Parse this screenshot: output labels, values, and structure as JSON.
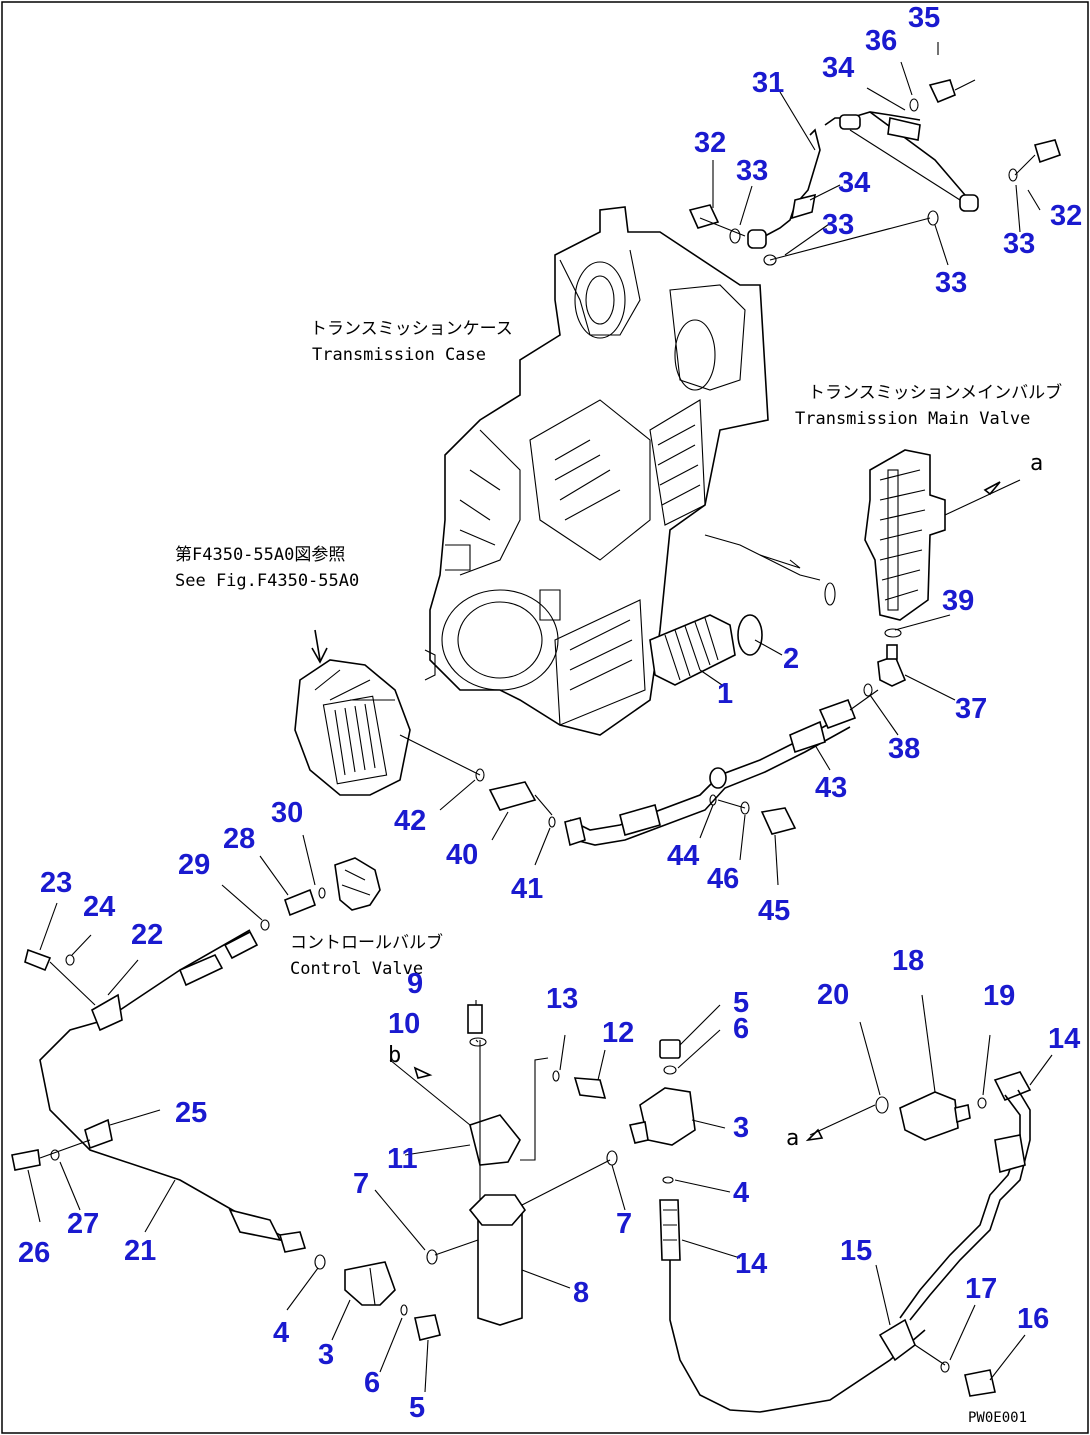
{
  "drawing_code": "PW0E001",
  "labels": {
    "trans_case_jp": "トランスミッションケース",
    "trans_case_en": "Transmission Case",
    "main_valve_jp": "トランスミッションメインバルブ",
    "main_valve_en": "Transmission Main Valve",
    "see_fig_jp": "第F4350-55A0図参照",
    "see_fig_en": "See Fig.F4350-55A0",
    "control_valve_jp": "コントロールバルブ",
    "control_valve_en": "Control Valve"
  },
  "refs": {
    "a_top": "a",
    "a_bottom": "a",
    "b": "b"
  },
  "callouts": [
    {
      "id": "n35",
      "text": "35"
    },
    {
      "id": "n36",
      "text": "36"
    },
    {
      "id": "n34a",
      "text": "34"
    },
    {
      "id": "n31",
      "text": "31"
    },
    {
      "id": "n32a",
      "text": "32"
    },
    {
      "id": "n33a",
      "text": "33"
    },
    {
      "id": "n34b",
      "text": "34"
    },
    {
      "id": "n33b",
      "text": "33"
    },
    {
      "id": "n32b",
      "text": "32"
    },
    {
      "id": "n33c",
      "text": "33"
    },
    {
      "id": "n33d",
      "text": "33"
    },
    {
      "id": "n39",
      "text": "39"
    },
    {
      "id": "n2",
      "text": "2"
    },
    {
      "id": "n1",
      "text": "1"
    },
    {
      "id": "n37",
      "text": "37"
    },
    {
      "id": "n38",
      "text": "38"
    },
    {
      "id": "n43",
      "text": "43"
    },
    {
      "id": "n42",
      "text": "42"
    },
    {
      "id": "n40",
      "text": "40"
    },
    {
      "id": "n41",
      "text": "41"
    },
    {
      "id": "n44",
      "text": "44"
    },
    {
      "id": "n46",
      "text": "46"
    },
    {
      "id": "n45",
      "text": "45"
    },
    {
      "id": "n30",
      "text": "30"
    },
    {
      "id": "n28",
      "text": "28"
    },
    {
      "id": "n29",
      "text": "29"
    },
    {
      "id": "n23",
      "text": "23"
    },
    {
      "id": "n24",
      "text": "24"
    },
    {
      "id": "n22",
      "text": "22"
    },
    {
      "id": "n9",
      "text": "9"
    },
    {
      "id": "n10",
      "text": "10"
    },
    {
      "id": "n13",
      "text": "13"
    },
    {
      "id": "n12",
      "text": "12"
    },
    {
      "id": "n5a",
      "text": "5"
    },
    {
      "id": "n6a",
      "text": "6"
    },
    {
      "id": "n3a",
      "text": "3"
    },
    {
      "id": "n20",
      "text": "20"
    },
    {
      "id": "n18",
      "text": "18"
    },
    {
      "id": "n19",
      "text": "19"
    },
    {
      "id": "n14a",
      "text": "14"
    },
    {
      "id": "n25",
      "text": "25"
    },
    {
      "id": "n11",
      "text": "11"
    },
    {
      "id": "n4a",
      "text": "4"
    },
    {
      "id": "n7a",
      "text": "7"
    },
    {
      "id": "n7b",
      "text": "7"
    },
    {
      "id": "n14b",
      "text": "14"
    },
    {
      "id": "n26",
      "text": "26"
    },
    {
      "id": "n27",
      "text": "27"
    },
    {
      "id": "n21",
      "text": "21"
    },
    {
      "id": "n8",
      "text": "8"
    },
    {
      "id": "n15",
      "text": "15"
    },
    {
      "id": "n17",
      "text": "17"
    },
    {
      "id": "n16",
      "text": "16"
    },
    {
      "id": "n4b",
      "text": "4"
    },
    {
      "id": "n3b",
      "text": "3"
    },
    {
      "id": "n6b",
      "text": "6"
    },
    {
      "id": "n5b",
      "text": "5"
    }
  ]
}
